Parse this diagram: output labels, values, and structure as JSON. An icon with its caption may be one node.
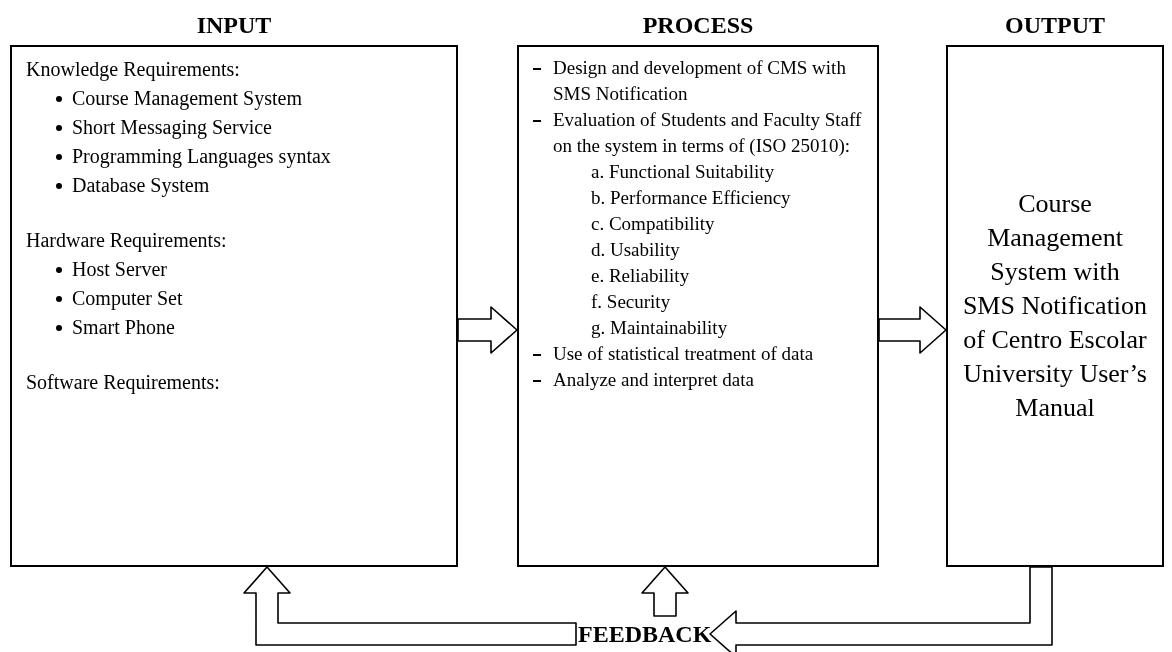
{
  "diagram": {
    "nodes": [
      {
        "text": [
          "INPUT",
          "Knowledge Requirements:",
          "Course Management System",
          "Short Messaging Service",
          "Programming Languages syntax",
          "Database System",
          "Hardware Requirements:",
          "Host Server",
          "Computer Set",
          "Smart Phone",
          "Software Requirements:"
        ]
      },
      {
        "text": [
          "PROCESS",
          "Design and development of CMS with SMS Notification",
          "Evaluation of Students and Faculty Staff on the system in terms of (ISO 25010):",
          "a. Functional Suitability",
          "b. Performance Efficiency",
          "c. Compatibility",
          "d. Usability",
          "e. Reliability",
          "f. Security",
          "g. Maintainability",
          "Use of statistical treatment of data",
          "Analyze and interpret data"
        ]
      },
      {
        "text": [
          "OUTPUT",
          "Course Management System with SMS Notification of Centro Escolar University User’s Manual"
        ]
      },
      {
        "text": [
          "FEEDBACK"
        ]
      }
    ],
    "edges": [
      {
        "from": 0,
        "to": 1,
        "arrow": "to"
      },
      {
        "from": 1,
        "to": 2,
        "arrow": "to"
      },
      {
        "from": 2,
        "to": 3,
        "arrow": "to"
      },
      {
        "from": 3,
        "to": 0,
        "arrow": "to"
      },
      {
        "from": 3,
        "to": 1,
        "arrow": "to"
      }
    ]
  }
}
